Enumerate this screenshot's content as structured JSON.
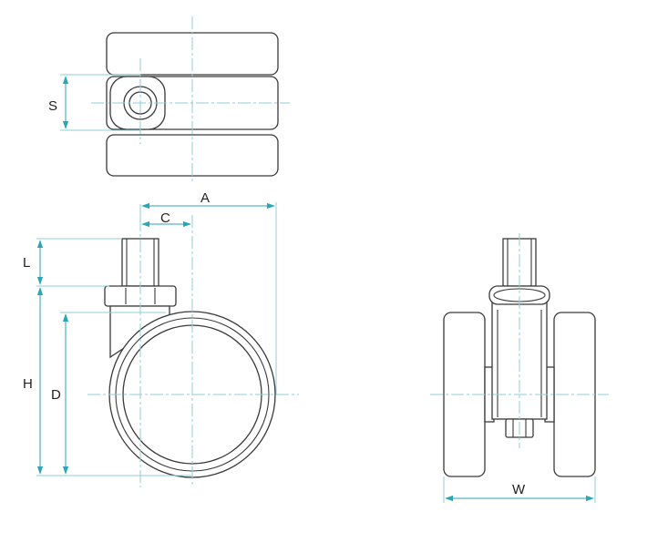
{
  "labels": {
    "s": "S",
    "a": "A",
    "c": "C",
    "l": "L",
    "h": "H",
    "d": "D",
    "w": "W"
  },
  "colors": {
    "outline": "#3a3a3a",
    "dimension": "#2aa6b4",
    "centerline": "#8ecfd8"
  }
}
